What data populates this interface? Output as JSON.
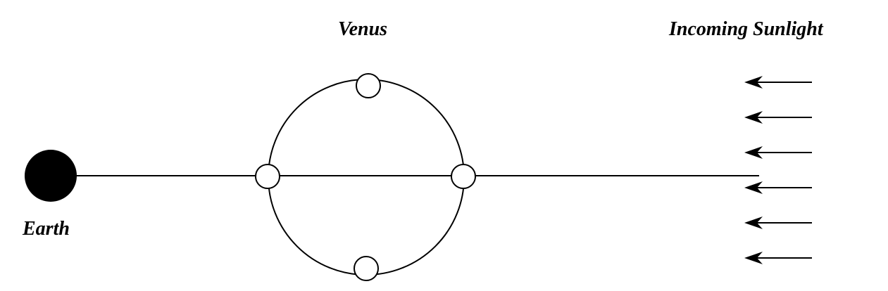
{
  "labels": {
    "venus": "Venus",
    "sunlight": "Incoming Sunlight",
    "earth": "Earth"
  },
  "arrow_count": 6
}
